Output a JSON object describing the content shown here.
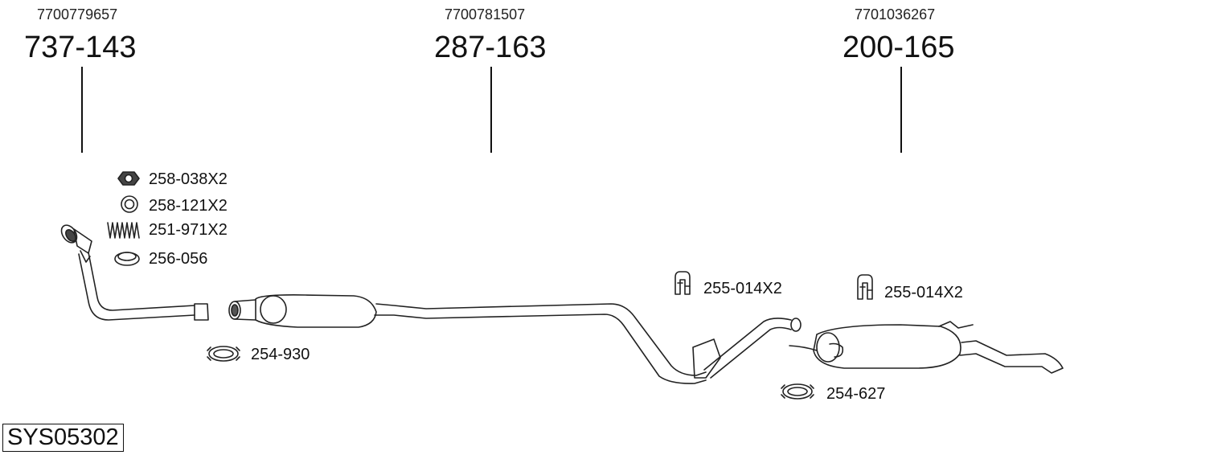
{
  "header_parts": [
    {
      "oe": "7700779657",
      "code": "737-143"
    },
    {
      "oe": "7700781507",
      "code": "287-163"
    },
    {
      "oe": "7701036267",
      "code": "200-165"
    }
  ],
  "accessories": {
    "nut": "258-038X2",
    "ring": "258-121X2",
    "spring": "251-971X2",
    "gasket": "256-056",
    "clamp_front": "254-930",
    "hanger_mid": "255-014X2",
    "hanger_rear": "255-014X2",
    "clamp_rear": "254-627"
  },
  "system_code": "SYS05302"
}
